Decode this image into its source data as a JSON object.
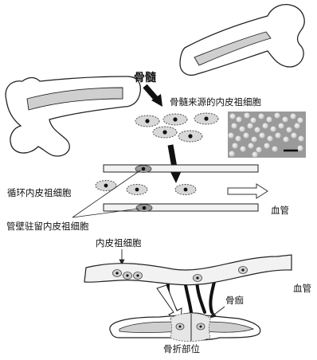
{
  "labels": {
    "bone_marrow": "骨髓",
    "marrow_derived_epc": "骨髓来源的内皮祖细胞",
    "circulating_epc": "循环内皮祖细胞",
    "blood_vessel_upper": "血管",
    "vessel_wall_resident_epc": "管壁驻留内皮祖细胞",
    "endothelial_progenitor": "内皮祖细胞",
    "blood_vessel_lower": "血管",
    "callus": "骨痂",
    "fracture_site": "骨折部位"
  },
  "colors": {
    "outline": "#222222",
    "bone_fill": "#ffffff",
    "marrow_fill": "#cfcfcf",
    "cell_fill": "#d8d8d8",
    "nucleus": "#111111",
    "vessel_fill": "#f2f2f2",
    "micrograph_bg": "#9a9a9a",
    "arrow_fill": "#111111"
  }
}
